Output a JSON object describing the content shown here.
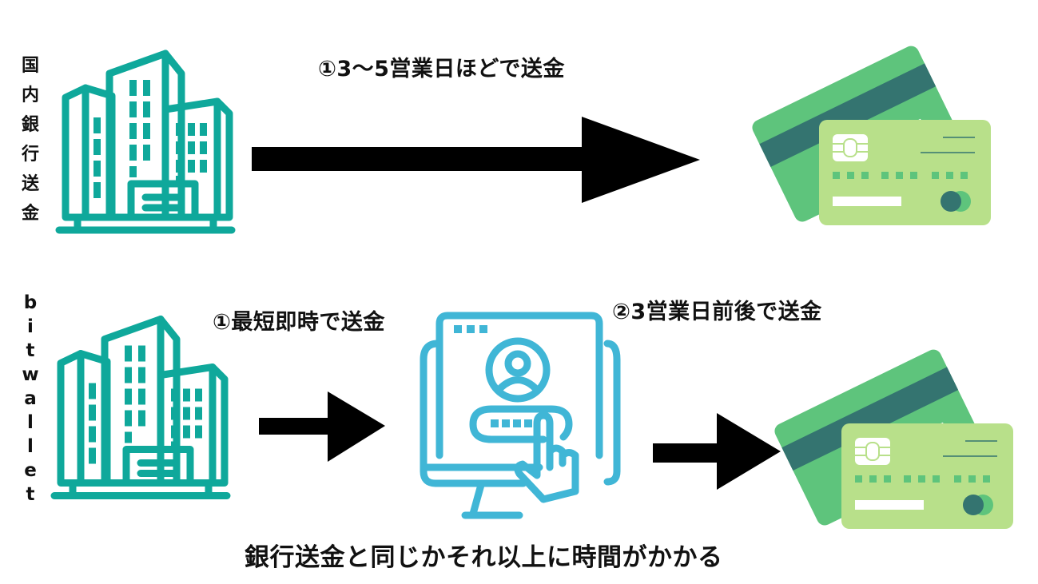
{
  "rows": [
    {
      "label_chars": [
        "国",
        "内",
        "銀",
        "行",
        "送",
        "金"
      ],
      "label": "国内銀行送金",
      "steps": [
        {
          "caption": "①3〜5営業日ほどで送金"
        }
      ]
    },
    {
      "label_chars": [
        "b",
        "i",
        "t",
        "w",
        "a",
        "l",
        "l",
        "e",
        "t"
      ],
      "label": "bitwallet",
      "steps": [
        {
          "caption": "①最短即時で送金"
        },
        {
          "caption": "②3営業日前後で送金"
        }
      ]
    }
  ],
  "conclusion": "銀行送金と同じかそれ以上に時間がかかる",
  "colors": {
    "building": "#0FA89B",
    "computer": "#40B6D6",
    "card_back": "#5EC47C",
    "card_stripe": "#347470",
    "card_front": "#B8E08A",
    "arrow": "#000000"
  },
  "icons": [
    "bank-building-icon",
    "computer-login-icon",
    "credit-card-icon",
    "right-arrow-icon"
  ]
}
